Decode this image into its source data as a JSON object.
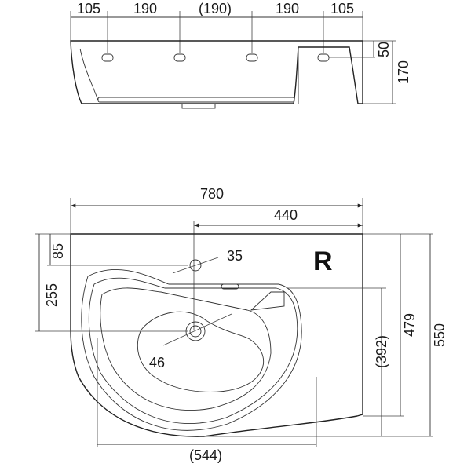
{
  "side_view": {
    "dims_top": [
      "105",
      "190",
      "(190)",
      "190",
      "105"
    ],
    "dim_right_small": "50",
    "dim_right_large": "170"
  },
  "plan_view": {
    "width_total": "780",
    "width_partial": "440",
    "height_85": "85",
    "height_255": "255",
    "diameter_35": "35",
    "diameter_46": "46",
    "bottom_width": "(544)",
    "depth_392": "(392)",
    "depth_479": "479",
    "depth_550": "550",
    "orientation_mark": "R"
  }
}
